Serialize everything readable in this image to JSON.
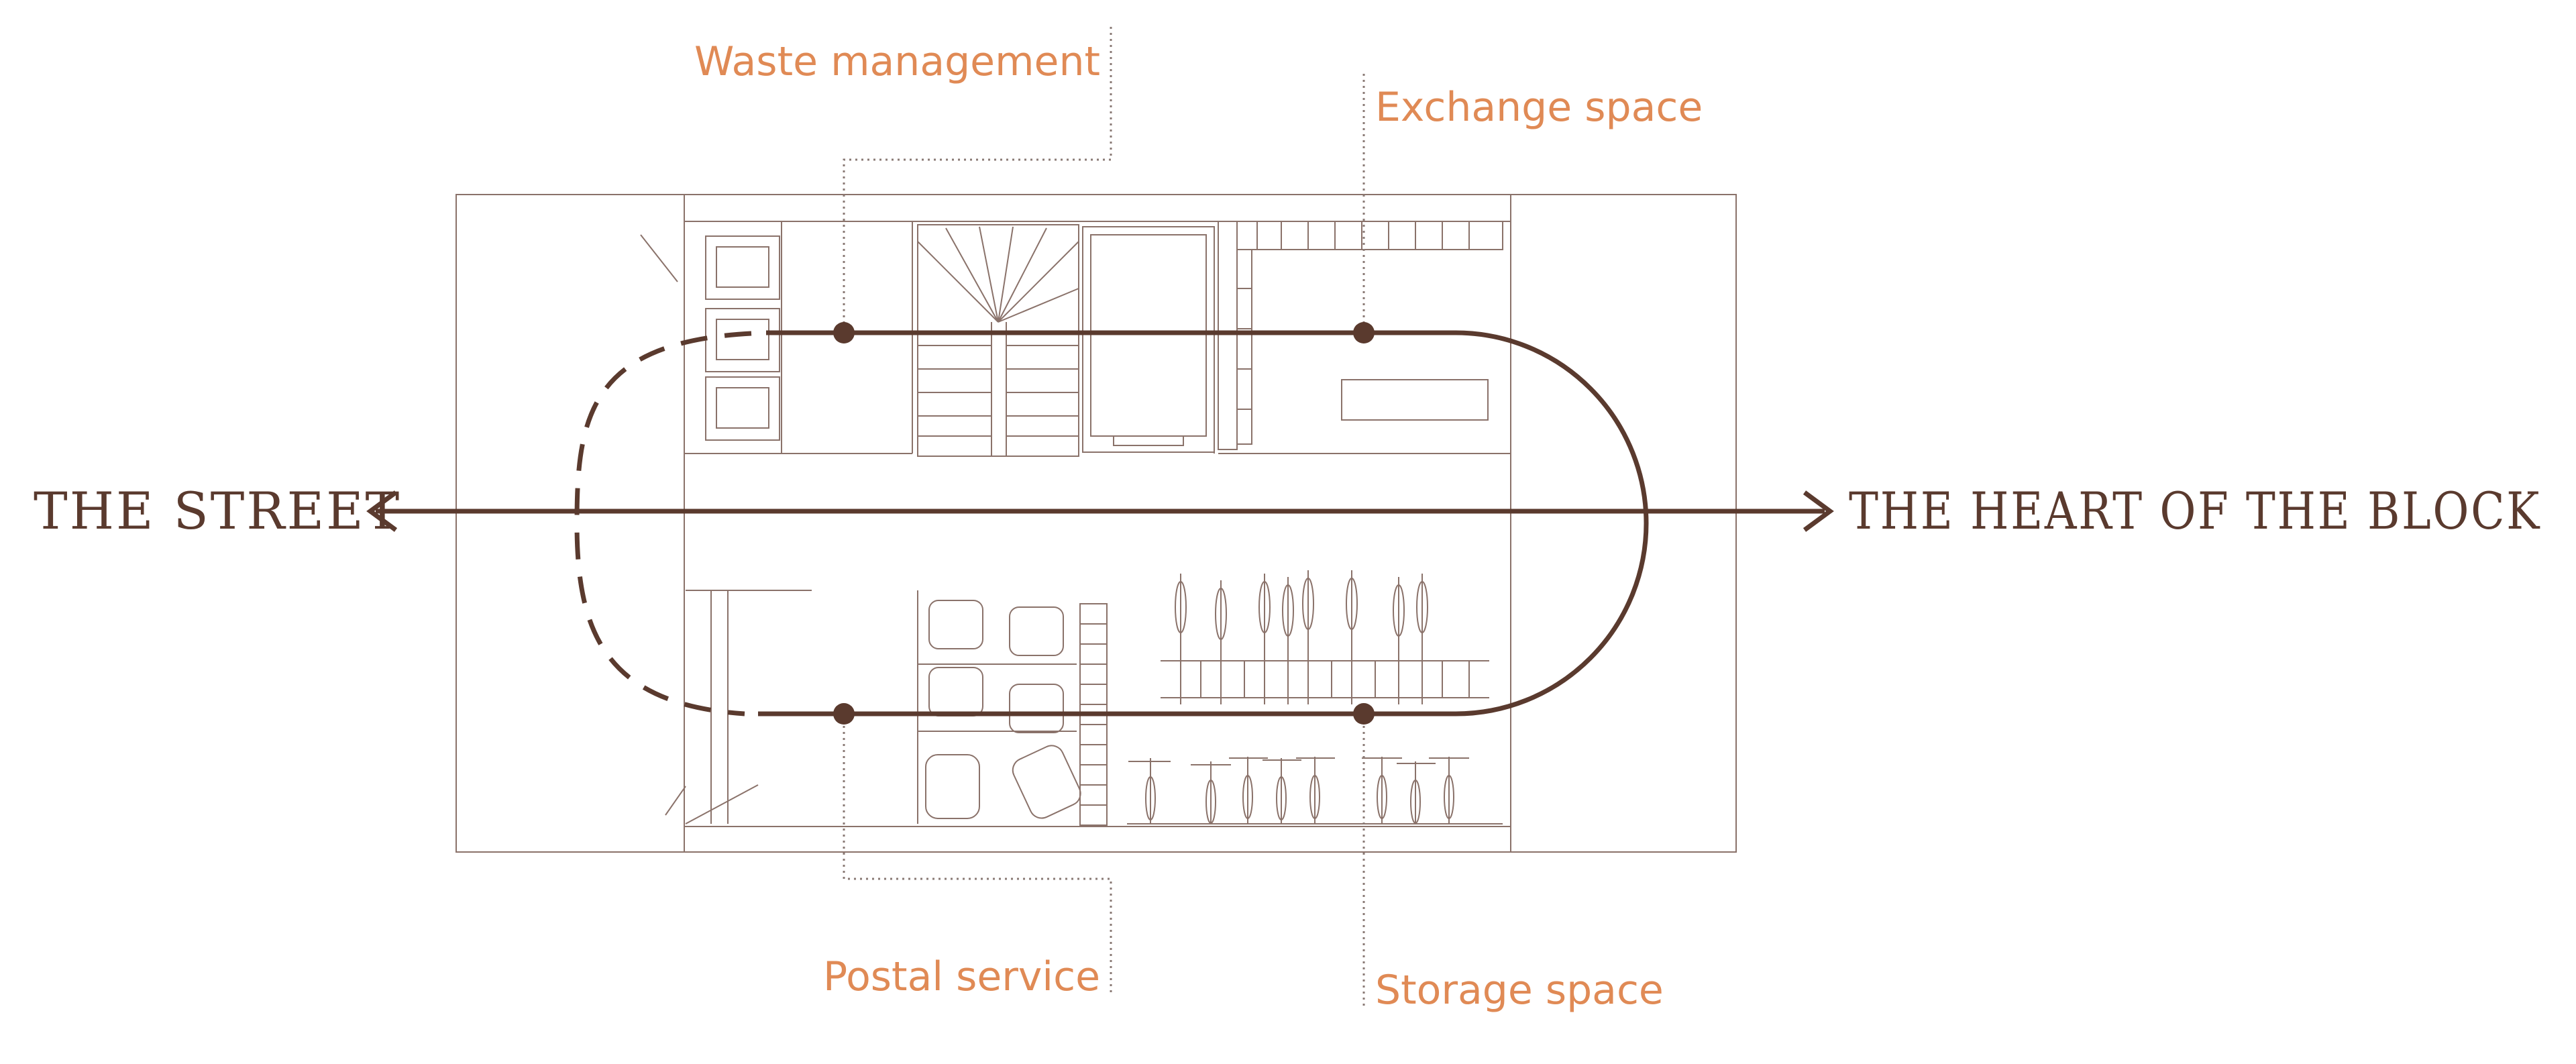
{
  "labels": {
    "street": "THE STREET",
    "heart": "THE HEART OF THE BLOCK",
    "waste": "Waste management",
    "exchange": "Exchange space",
    "postal": "Postal service",
    "storage": "Storage space"
  },
  "colors": {
    "accent": "#e08a55",
    "path": "#5a3a2e",
    "plan": "#7a5f55"
  }
}
